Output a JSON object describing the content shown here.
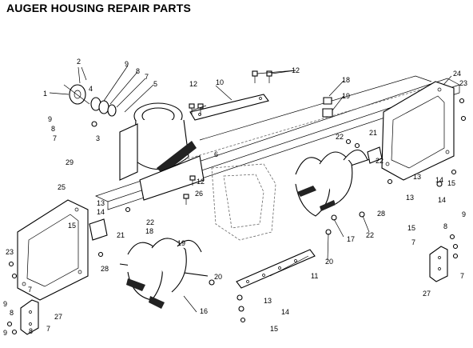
{
  "title": "AUGER HOUSING REPAIR PARTS",
  "callouts": [
    {
      "id": "c1",
      "label": "1"
    },
    {
      "id": "c2",
      "label": "2"
    },
    {
      "id": "c4",
      "label": "4"
    },
    {
      "id": "c9a",
      "label": "9"
    },
    {
      "id": "c8a",
      "label": "8"
    },
    {
      "id": "c7a",
      "label": "7"
    },
    {
      "id": "c5",
      "label": "5"
    },
    {
      "id": "c9b",
      "label": "9"
    },
    {
      "id": "c8b",
      "label": "8"
    },
    {
      "id": "c7b",
      "label": "7"
    },
    {
      "id": "c3",
      "label": "3"
    },
    {
      "id": "c29",
      "label": "29"
    },
    {
      "id": "c12a",
      "label": "12"
    },
    {
      "id": "c10",
      "label": "10"
    },
    {
      "id": "c12b",
      "label": "12"
    },
    {
      "id": "c6",
      "label": "6"
    },
    {
      "id": "c12c",
      "label": "12"
    },
    {
      "id": "c26",
      "label": "26"
    },
    {
      "id": "c18a",
      "label": "18"
    },
    {
      "id": "c19a",
      "label": "19"
    },
    {
      "id": "c24",
      "label": "24"
    },
    {
      "id": "c23a",
      "label": "23"
    },
    {
      "id": "c22a",
      "label": "22"
    },
    {
      "id": "c21a",
      "label": "21"
    },
    {
      "id": "c22b",
      "label": "22"
    },
    {
      "id": "c13a",
      "label": "13"
    },
    {
      "id": "c14a",
      "label": "14"
    },
    {
      "id": "c15a",
      "label": "15"
    },
    {
      "id": "c13b",
      "label": "13"
    },
    {
      "id": "c14b",
      "label": "14"
    },
    {
      "id": "c28a",
      "label": "28"
    },
    {
      "id": "c17",
      "label": "17"
    },
    {
      "id": "c22c",
      "label": "22"
    },
    {
      "id": "c20a",
      "label": "20"
    },
    {
      "id": "c15b",
      "label": "15"
    },
    {
      "id": "c9c",
      "label": "9"
    },
    {
      "id": "c8c",
      "label": "8"
    },
    {
      "id": "c7c",
      "label": "7"
    },
    {
      "id": "c7d",
      "label": "7"
    },
    {
      "id": "c27a",
      "label": "27"
    },
    {
      "id": "c25",
      "label": "25"
    },
    {
      "id": "c13c",
      "label": "13"
    },
    {
      "id": "c14c",
      "label": "14"
    },
    {
      "id": "c15c",
      "label": "15"
    },
    {
      "id": "c22d",
      "label": "22"
    },
    {
      "id": "c21b",
      "label": "21"
    },
    {
      "id": "c23b",
      "label": "23"
    },
    {
      "id": "c28b",
      "label": "28"
    },
    {
      "id": "c18b",
      "label": "18"
    },
    {
      "id": "c19b",
      "label": "19"
    },
    {
      "id": "c20b",
      "label": "20"
    },
    {
      "id": "c16",
      "label": "16"
    },
    {
      "id": "c11",
      "label": "11"
    },
    {
      "id": "c13d",
      "label": "13"
    },
    {
      "id": "c14d",
      "label": "14"
    },
    {
      "id": "c15d",
      "label": "15"
    },
    {
      "id": "c7e",
      "label": "7"
    },
    {
      "id": "c27b",
      "label": "27"
    },
    {
      "id": "c9d",
      "label": "9"
    },
    {
      "id": "c8d",
      "label": "8"
    },
    {
      "id": "c9e",
      "label": "9"
    },
    {
      "id": "c8e",
      "label": "8"
    },
    {
      "id": "c7f",
      "label": "7"
    }
  ]
}
